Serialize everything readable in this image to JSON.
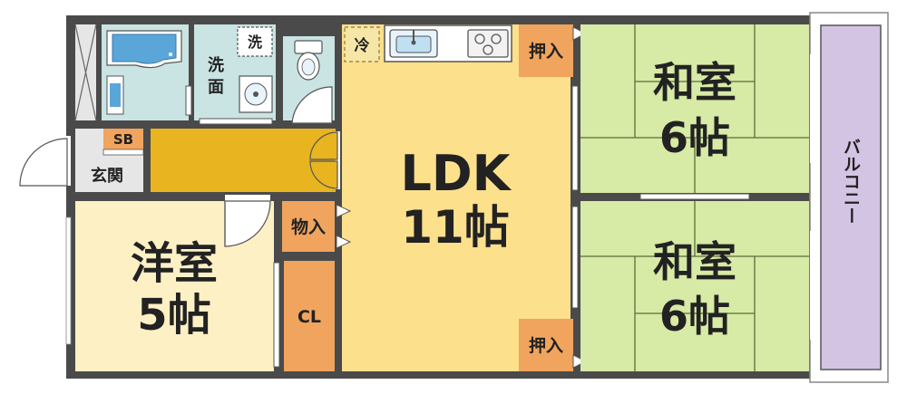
{
  "rooms": {
    "ldk": {
      "name": "LDK",
      "size": "11帖"
    },
    "western": {
      "name": "洋室",
      "size": "5帖"
    },
    "japanese_top": {
      "name": "和室",
      "size": "6帖"
    },
    "japanese_bottom": {
      "name": "和室",
      "size": "6帖"
    },
    "balcony": "バルコニー",
    "entrance": "玄関",
    "shoe_box": "SB",
    "washroom": "洗面",
    "laundry": "洗",
    "fridge": "冷",
    "storage": "物入",
    "closet": "CL",
    "oshiire_top": "押入",
    "oshiire_bottom": "押入"
  },
  "colors": {
    "wall": "#4a4a4a",
    "ldk": "#fce08c",
    "western": "#fdf0c4",
    "japanese": "#d7eaa6",
    "tatami_line": "#5a6e38",
    "storage": "#f0a45e",
    "hallway": "#e8b420",
    "wet_area": "#c9e4e2",
    "balcony": "#d4c4e4",
    "floor_gray": "#e6e6e6"
  }
}
